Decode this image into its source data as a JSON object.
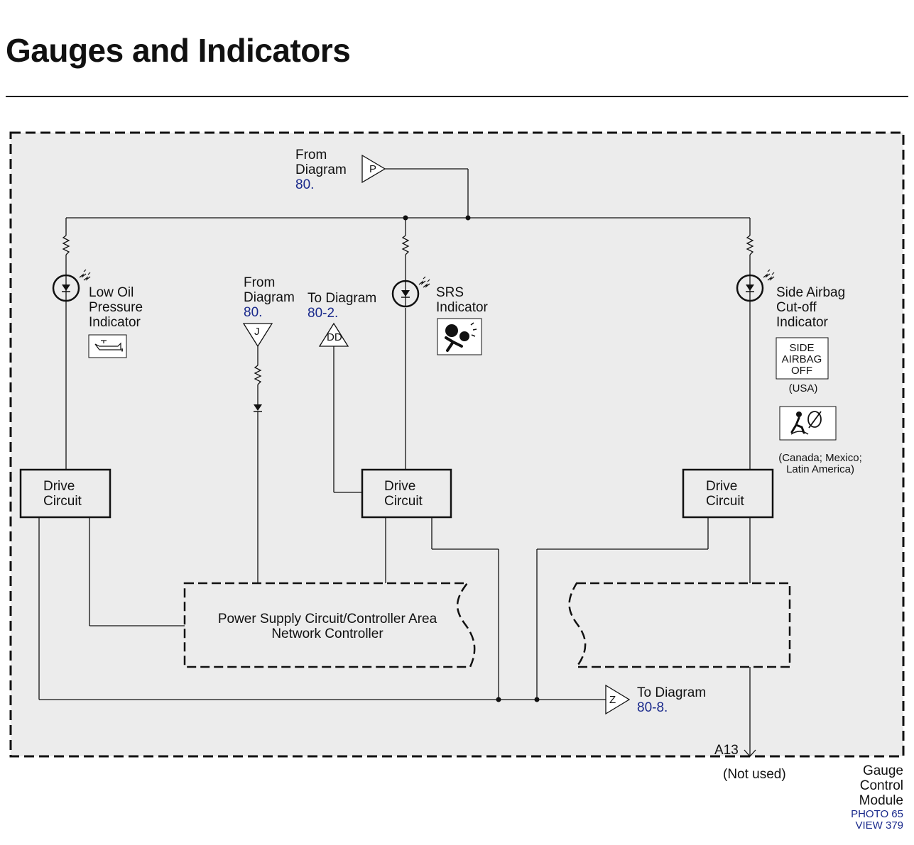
{
  "page": {
    "title": "Gauges and Indicators"
  },
  "module": {
    "name": [
      "Gauge",
      "Control",
      "Module"
    ],
    "photo": "PHOTO 65",
    "view": "VIEW 379"
  },
  "connectors": {
    "P": {
      "letter": "P",
      "prefix": [
        "From",
        "Diagram"
      ],
      "ref": "80."
    },
    "J": {
      "letter": "J",
      "prefix": [
        "From",
        "Diagram"
      ],
      "ref": "80."
    },
    "DD": {
      "letter": "DD",
      "prefix": [
        "To Diagram"
      ],
      "ref": "80-2."
    },
    "Z": {
      "letter": "Z",
      "prefix": [
        "To Diagram"
      ],
      "ref": "80-8."
    }
  },
  "indicators": {
    "low_oil": {
      "label": [
        "Low Oil",
        "Pressure",
        "Indicator"
      ]
    },
    "srs": {
      "label": [
        "SRS",
        "Indicator"
      ]
    },
    "side_airbag": {
      "label": [
        "Side Airbag",
        "Cut-off",
        "Indicator"
      ],
      "usa_symbol": [
        "SIDE",
        "AIRBAG",
        "OFF"
      ],
      "usa_note": "(USA)",
      "intl_note": [
        "(Canada; Mexico;",
        "Latin America)"
      ]
    }
  },
  "blocks": {
    "drive_circuit": [
      "Drive",
      "Circuit"
    ],
    "power_supply": [
      "Power Supply Circuit/Controller Area",
      "Network Controller"
    ]
  },
  "terminal": {
    "pin": "A13",
    "note": "(Not used)"
  },
  "colors": {
    "link_blue": "#1a2a8c",
    "panel_fill": "#ececec",
    "line": "#111111"
  }
}
